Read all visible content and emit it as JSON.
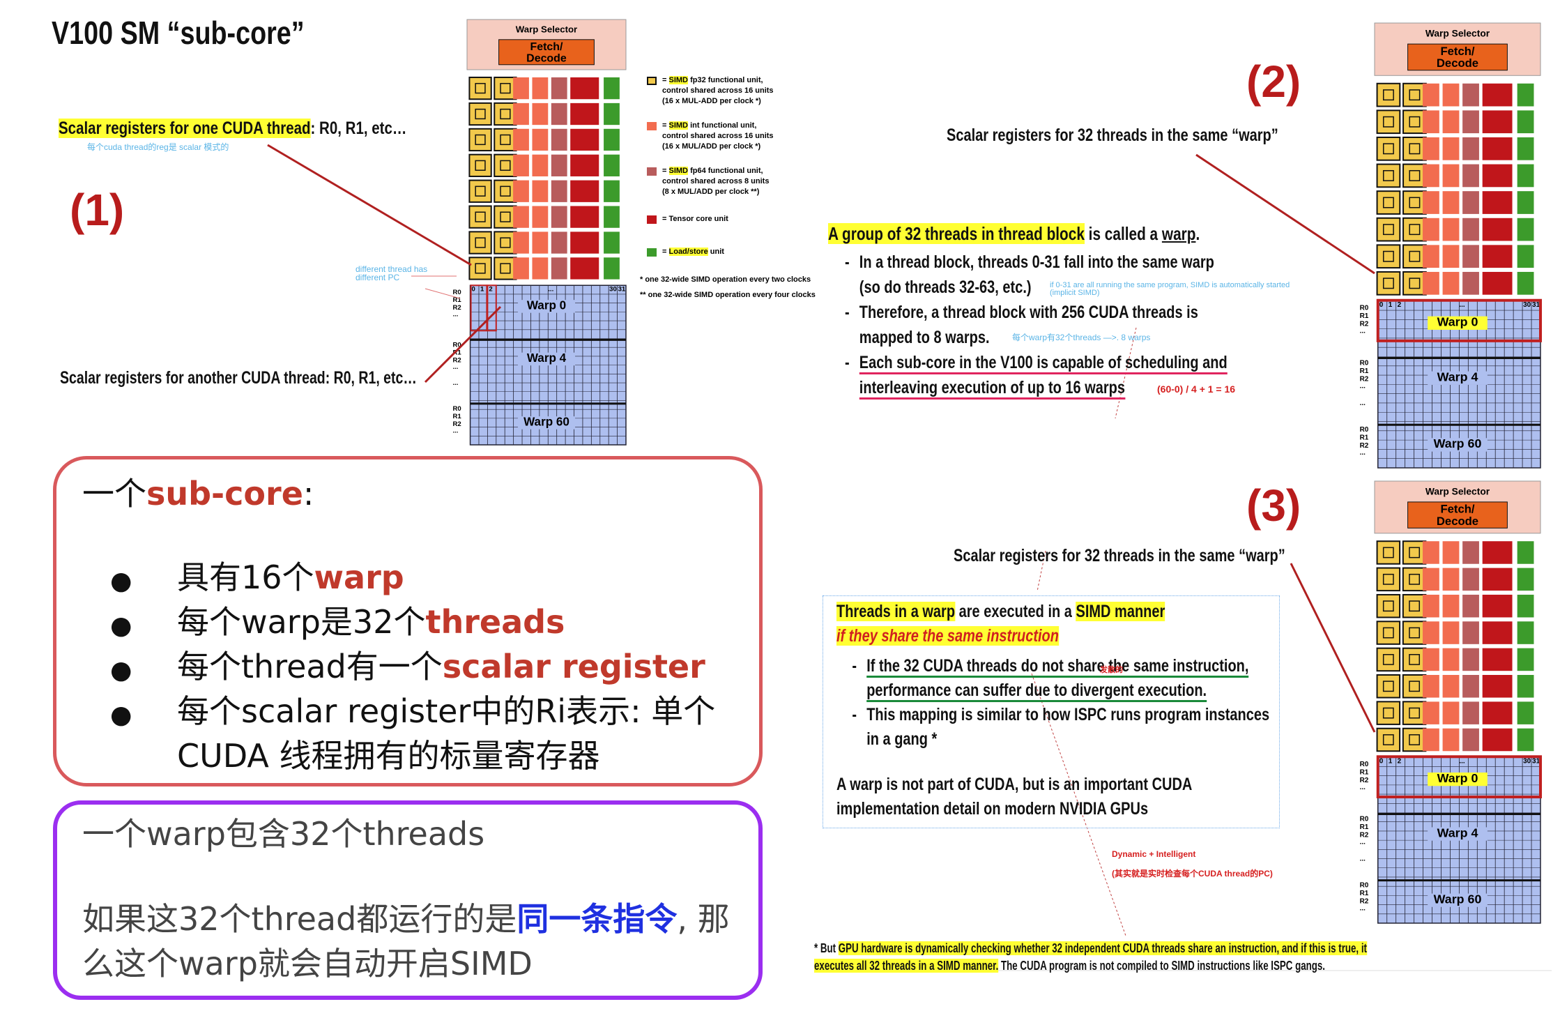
{
  "title": "V100 SM “sub-core”",
  "labels": {
    "one": "(1)",
    "two": "(2)",
    "three": "(3)"
  },
  "sm": {
    "warp_selector": "Warp Selector",
    "fetch_decode": "Fetch/\nDecode",
    "warp_0": "Warp 0",
    "warp_4": "Warp 4",
    "warp_60": "Warp 60",
    "reg_r0": "R0",
    "reg_r1": "R1",
    "reg_r2": "R2",
    "ellipsis": "...",
    "col_0": "0",
    "col_1": "1",
    "col_2": "2",
    "col_30": "30",
    "col_31": "31"
  },
  "legend": {
    "fp32": {
      "sym": "=",
      "simd": "SIMD",
      "text": "fp32 functional unit,",
      "line2": "control shared across 16 units",
      "line3": "(16 x MUL-ADD per clock *)"
    },
    "int": {
      "sym": "=",
      "simd": "SIMD",
      "text": "int functional unit,",
      "line2": "control shared across 16 units",
      "line3": "(16 x MUL/ADD per clock *)"
    },
    "fp64": {
      "sym": "=",
      "simd": "SIMD",
      "text": "fp64 functional unit,",
      "line2": "control shared across 8 units",
      "line3": "(8 x MUL/ADD per clock **)"
    },
    "tensor": "= Tensor core unit",
    "loadstore_eq": "=",
    "loadstore": "Load/store",
    "loadstore_tail": "unit",
    "fn1": "* one 32-wide SIMD operation every two clocks",
    "fn2": "** one 32-wide SIMD operation every four clocks"
  },
  "panel1": {
    "scalar_one_hl": "Scalar registers for one CUDA thread",
    "scalar_one_tail": ": R0, R1, etc…",
    "note_cn": "每个cuda thread的reg是 scalar 模式的",
    "diff_pc": "different thread has\ndifferent PC",
    "scalar_another": "Scalar registers for another CUDA thread: R0, R1, etc…"
  },
  "panel2": {
    "heading": "Scalar registers for 32 threads in the same “warp”",
    "group_hl": "A group of 32 threads in thread block",
    "group_tail1": " is called a ",
    "group_warp": "warp",
    "group_tail2": ".",
    "b1_l1": "In a thread block, threads 0-31 fall into the same warp",
    "b1_l2": "(so do threads 32-63, etc.)",
    "b1_note": "if 0-31 are all running the same program, SIMD is automatically started\n(implicit SIMD)",
    "b2_l1": "Therefore, a thread block with 256 CUDA threads is",
    "b2_l2": "mapped to 8 warps.",
    "b2_note": "每个warp有32个threads —>. 8 warps",
    "b3_l1": "Each sub-core in the V100 is capable of scheduling and",
    "b3_l2": "interleaving execution of up to 16 warps",
    "b3_note": "(60-0) / 4 + 1 = 16"
  },
  "panel3": {
    "heading": "Scalar registers for 32 threads in the same “warp”",
    "l1_hl1": "Threads in a warp",
    "l1_mid": " are executed in a ",
    "l1_hl2": "SIMD manner",
    "l2": "if they share the same instruction",
    "b1_l1": "If the 32 CUDA threads do not share the same instruction,",
    "b1_l2": "performance can suffer due to divergent execution.",
    "b1_note": "发散的",
    "b2_l1": "This mapping is similar to how ISPC runs program instances",
    "b2_l2": "in a gang *",
    "c1": "A warp is not part of CUDA, but is an important CUDA",
    "c2": "implementation detail on modern NVIDIA GPUs",
    "dyn": "Dynamic + Intelligent",
    "dyn_cn": "(其实就是实时检查每个CUDA thread的PC)",
    "fn_a": "* But ",
    "fn_hl1": "GPU hardware is dynamically checking whether 32 independent CUDA threads share an instruction, and if this is true, it",
    "fn_hl2": "executes all 32 threads in a SIMD manner.",
    "fn_tail": "  The CUDA program is not compiled to SIMD instructions like ISPC gangs."
  },
  "box_red": {
    "title_prefix": "一个",
    "title_kw": "sub-core",
    "title_suffix": ":",
    "items": [
      {
        "pre": "具有16个",
        "kw": "warp",
        "post": ""
      },
      {
        "pre": "每个warp是32个",
        "kw": "threads",
        "post": ""
      },
      {
        "pre": "每个thread有一个",
        "kw": "scalar register",
        "post": ""
      },
      {
        "pre": "每个scalar register中的Ri表示: 单个 CUDA 线程拥有的标量寄存器",
        "kw": "",
        "post": ""
      }
    ]
  },
  "box_purple": {
    "line1": "一个warp包含32个threads",
    "line2_pre": "如果这32个thread都运行的是",
    "line2_kw": "同一条指令",
    "line2_post": ", 那么这个warp就会自动开启SIMD"
  },
  "colors": {
    "fp32": "#f2c94c",
    "int": "#f26c4f",
    "fp64": "#b85c5c",
    "tensor": "#c0161b",
    "loadstore": "#3c9b2b",
    "warp_selector": "#f6ccc0",
    "fetch": "#e8621c",
    "regfile": "#aebfef"
  }
}
